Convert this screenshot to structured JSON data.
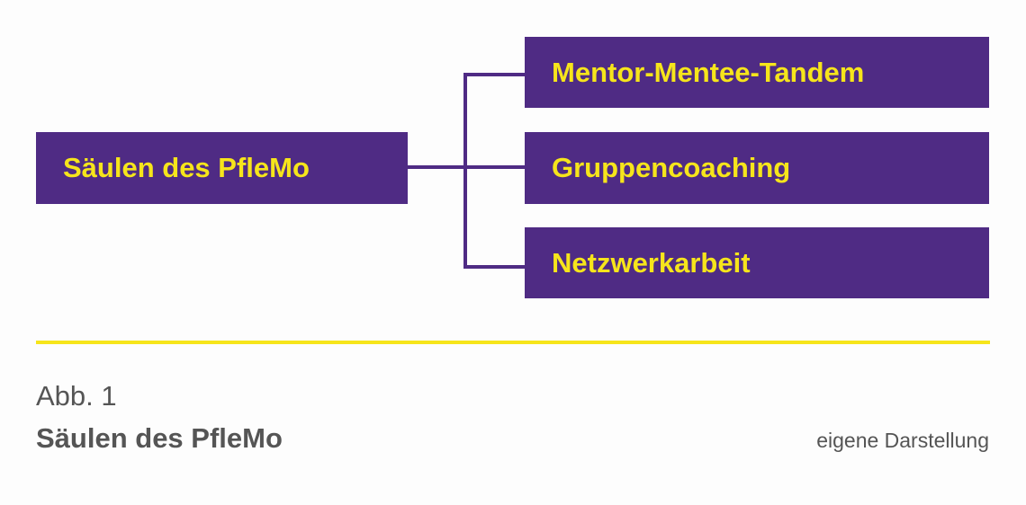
{
  "colors": {
    "box_fill": "#4f2b84",
    "box_text": "#f6e51b",
    "connector": "#4f2b84",
    "divider": "#f6e51b",
    "caption_text": "#555555"
  },
  "diagram": {
    "root": "Säulen des PfleMo",
    "children": [
      "Mentor-Mentee-Tandem",
      "Gruppencoaching",
      "Netzwerkarbeit"
    ]
  },
  "caption": {
    "number": "Abb. 1",
    "title": "Säulen des PfleMo",
    "source": "eigene Darstellung"
  }
}
